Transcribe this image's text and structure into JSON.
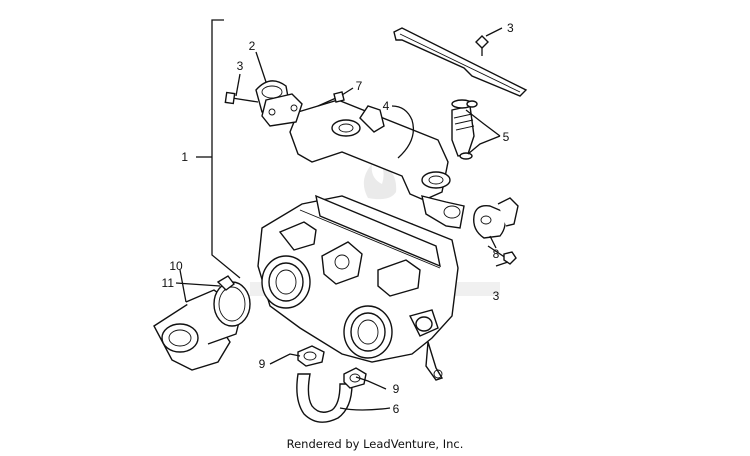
{
  "callouts": [
    {
      "id": "c1",
      "label": "1"
    },
    {
      "id": "c2",
      "label": "2"
    },
    {
      "id": "c3a",
      "label": "3"
    },
    {
      "id": "c3b",
      "label": "3"
    },
    {
      "id": "c3c",
      "label": "3"
    },
    {
      "id": "c4",
      "label": "4"
    },
    {
      "id": "c5",
      "label": "5"
    },
    {
      "id": "c6",
      "label": "6"
    },
    {
      "id": "c7",
      "label": "7"
    },
    {
      "id": "c8",
      "label": "8"
    },
    {
      "id": "c9a",
      "label": "9"
    },
    {
      "id": "c9b",
      "label": "9"
    },
    {
      "id": "c10",
      "label": "10"
    },
    {
      "id": "c11",
      "label": "11"
    }
  ],
  "footer": "Rendered by LeadVenture, Inc.",
  "colors": {
    "line": "#111111",
    "background": "#ffffff",
    "watermark": "#d8d8d8"
  }
}
